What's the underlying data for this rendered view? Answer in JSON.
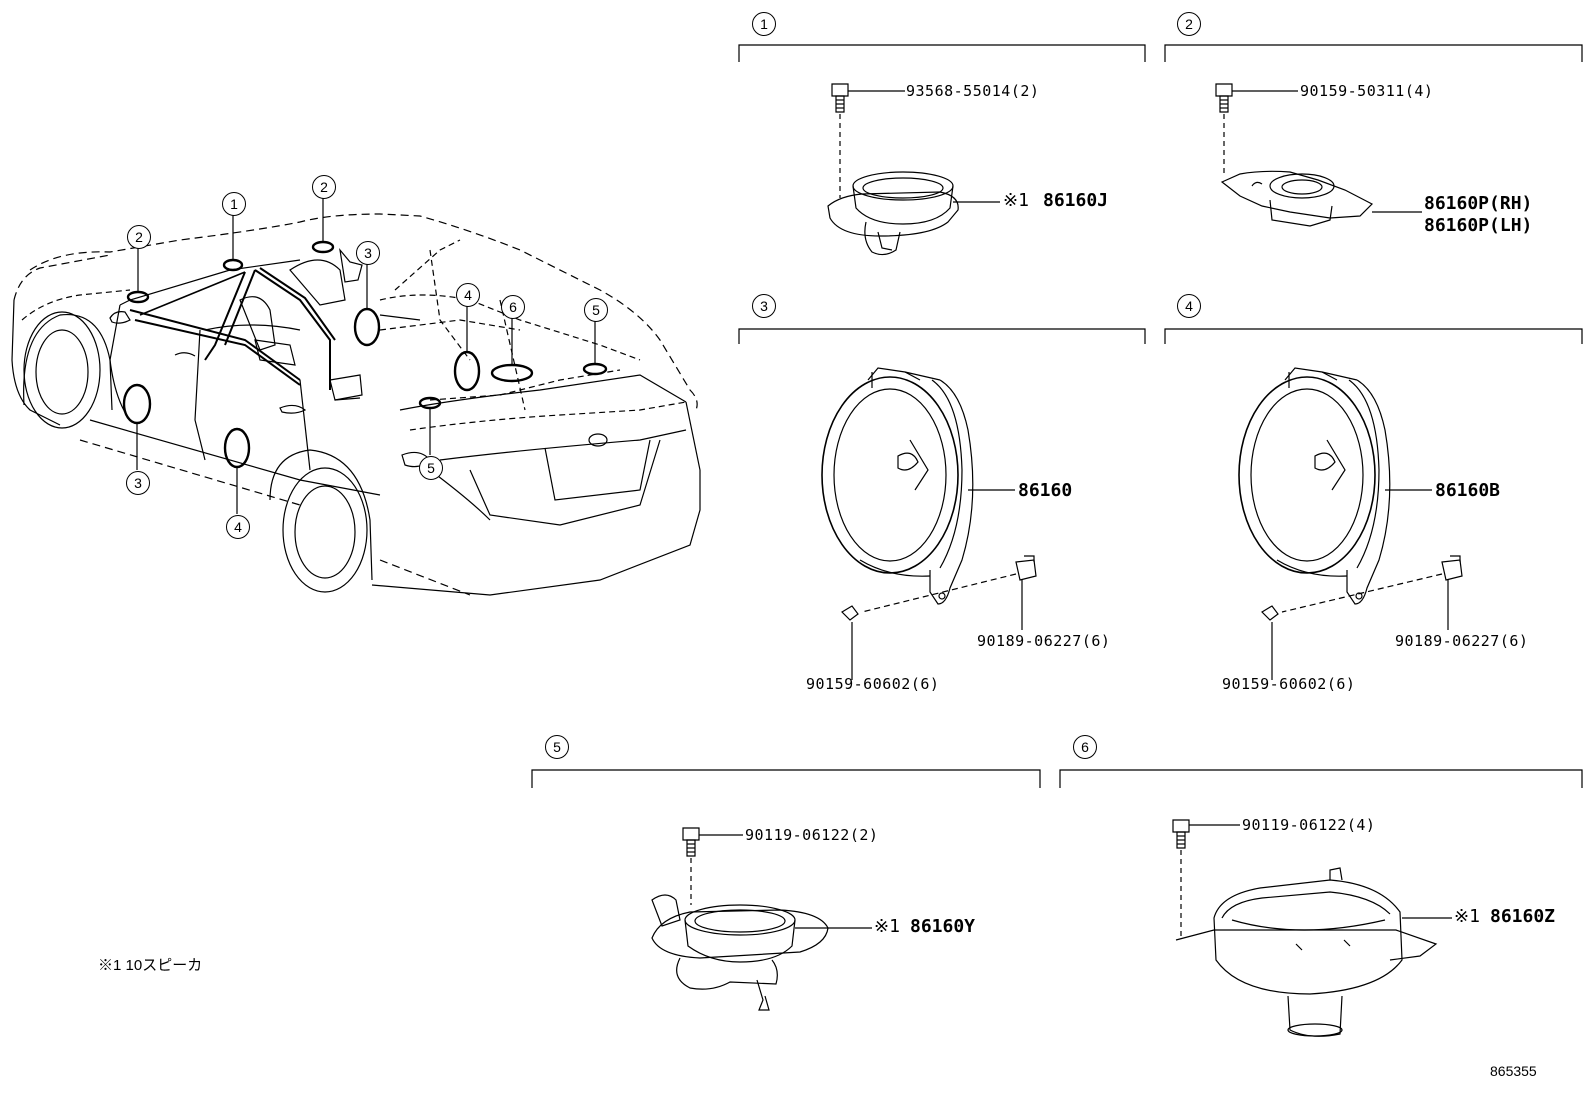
{
  "car_callouts": [
    "1",
    "2",
    "2",
    "3",
    "3",
    "4",
    "4",
    "5",
    "5",
    "6"
  ],
  "sections": [
    {
      "id": "1",
      "fastener": "93568-55014(2)",
      "part_prefix": "※1",
      "part": "86160J"
    },
    {
      "id": "2",
      "fastener": "90159-50311(4)",
      "part_rh": "86160P(RH)",
      "part_lh": "86160P(LH)"
    },
    {
      "id": "3",
      "part": "86160",
      "clip": "90189-06227(6)",
      "screw": "90159-60602(6)"
    },
    {
      "id": "4",
      "part": "86160B",
      "clip": "90189-06227(6)",
      "screw": "90159-60602(6)"
    },
    {
      "id": "5",
      "fastener": "90119-06122(2)",
      "part_prefix": "※1",
      "part": "86160Y"
    },
    {
      "id": "6",
      "fastener": "90119-06122(4)",
      "part_prefix": "※1",
      "part": "86160Z"
    }
  ],
  "footnote": "※1 10スピーカ",
  "diagram_code": "865355"
}
